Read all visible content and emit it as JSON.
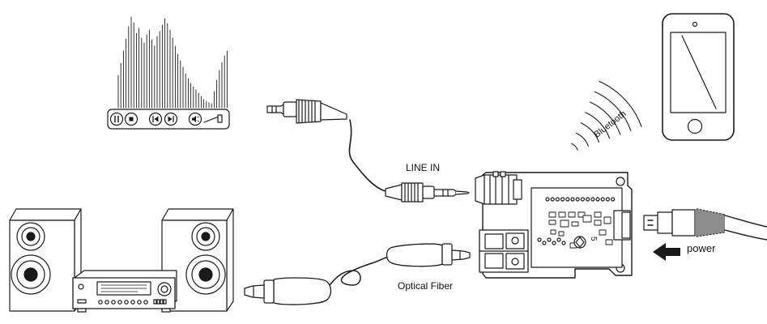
{
  "labels": {
    "line_in": "LINE IN",
    "optical_fiber": "Optical Fiber",
    "power": "power",
    "bluetooth": "Bluetooth"
  },
  "icons": [
    "audio-player-icon",
    "pause-icon",
    "stop-icon",
    "previous-track-icon",
    "next-track-icon",
    "volume-icon",
    "smartphone-icon",
    "bluetooth-waves-icon",
    "speaker-icon",
    "stereo-receiver-icon",
    "audio-jack-icon",
    "optical-plug-icon",
    "usb-cable-icon",
    "arrow-left-icon"
  ],
  "colors": {
    "line": "#1a1a1a",
    "background": "#ffffff",
    "grey_fill": "#d9d9d9"
  }
}
